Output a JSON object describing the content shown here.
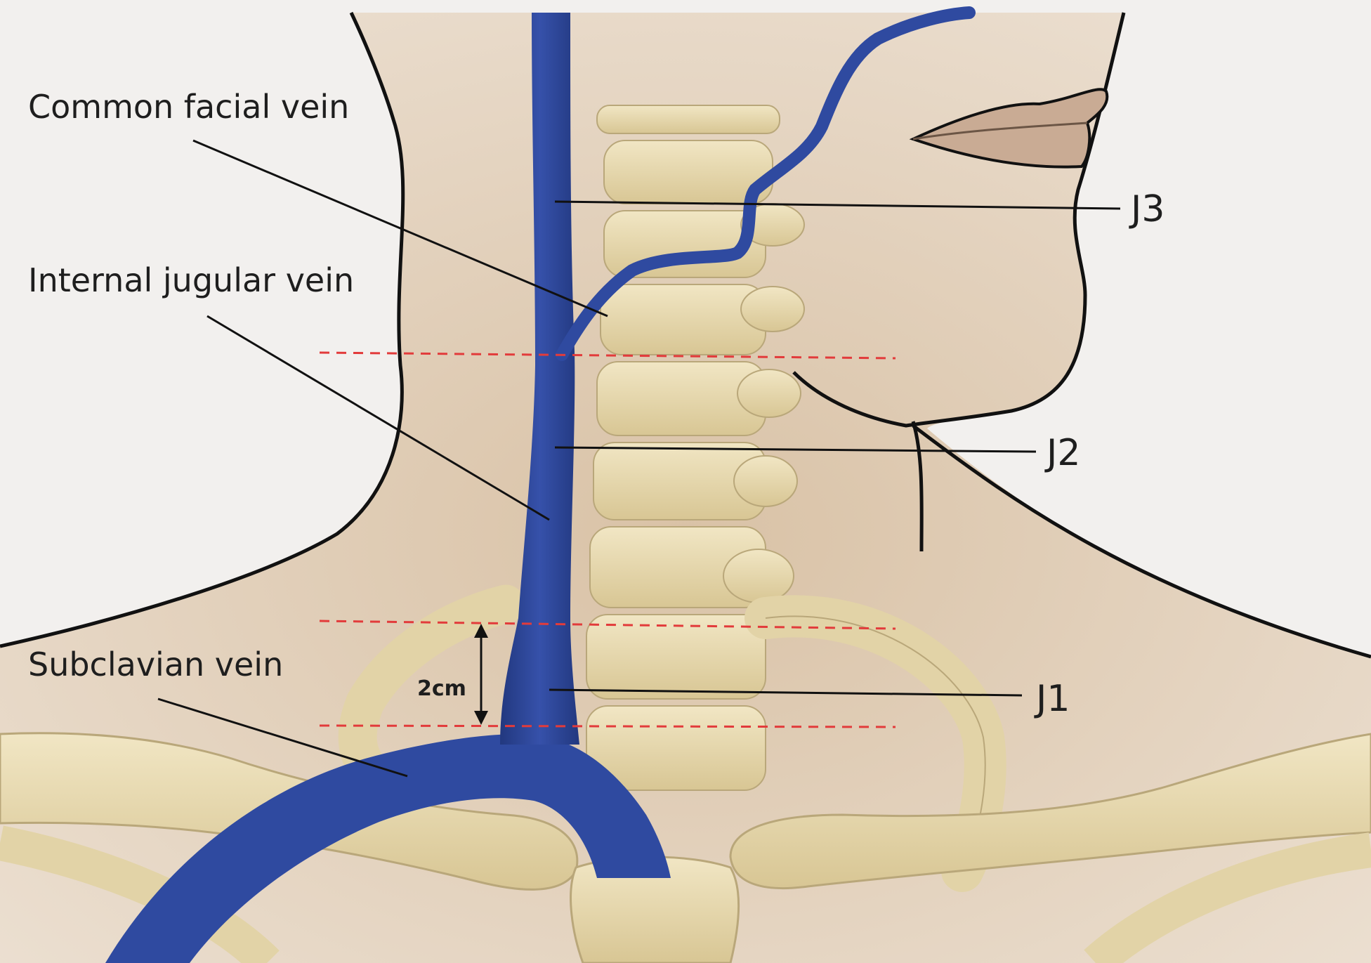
{
  "labels": {
    "common_facial_vein": "Common facial vein",
    "internal_jugular_vein": "Internal jugular vein",
    "subclavian_vein": "Subclavian vein",
    "j1": "J1",
    "j2": "J2",
    "j3": "J3",
    "distance": "2cm"
  },
  "colors": {
    "background": "#f2f0ee",
    "skin": "#e6d6c4",
    "skin_outline": "#111111",
    "bone": "#e9dcb3",
    "bone_shadow": "#b9a77a",
    "vein": "#2f4aa0",
    "lip": "#c9ab94",
    "level_line": "#e23b3b",
    "leader_line": "#111111"
  }
}
